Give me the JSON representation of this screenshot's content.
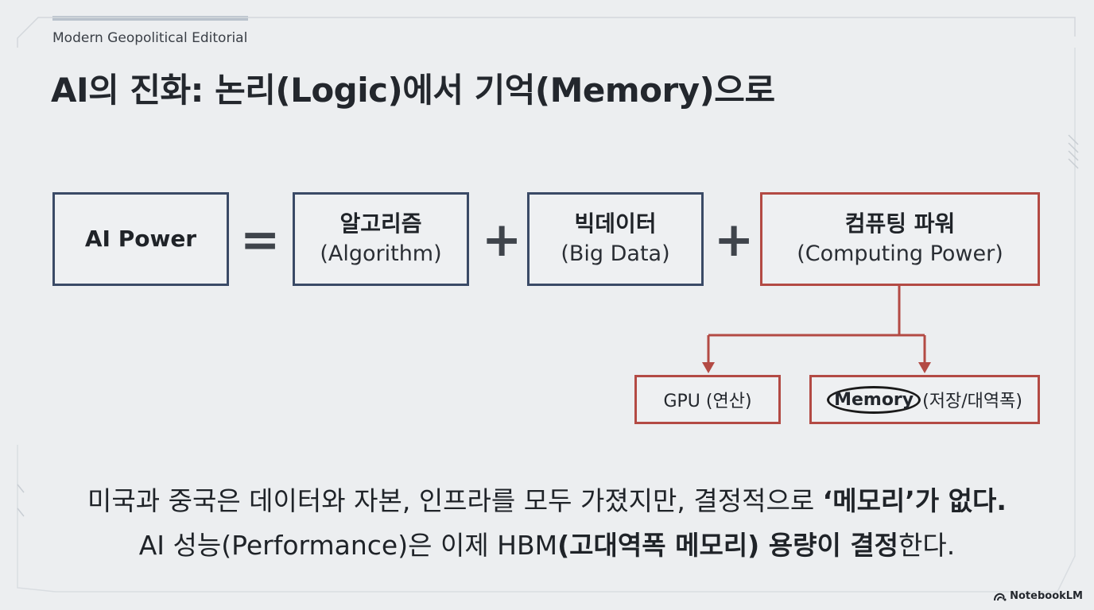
{
  "kicker": "Modern Geopolitical Editorial",
  "title": "AI의 진화: 논리(Logic)에서 기억(Memory)으로",
  "equation": {
    "lhs": "AI Power",
    "equals": "=",
    "plus": "+",
    "terms": [
      {
        "main": "알고리즘",
        "sub": "(Algorithm)"
      },
      {
        "main": "빅데이터",
        "sub": "(Big Data)"
      },
      {
        "main": "컴퓨팅 파워",
        "sub": "(Computing Power)"
      }
    ]
  },
  "branches": {
    "gpu": "GPU (연산)",
    "memory_word": "Memory",
    "memory_rest": "(저장/대역폭)"
  },
  "caption": {
    "line1_a": "미국과 중국은 데이터와 자본, 인프라를 모두 가졌지만, 결정적으로 ",
    "line1_b": "‘메모리’가 없다.",
    "line2_a": "AI 성능(Performance)은 이제 HBM",
    "line2_b": "(고대역폭 메모리) 용량이 결정",
    "line2_c": "한다."
  },
  "brand": "NotebookLM",
  "colors": {
    "navy": "#3a4a66",
    "red": "#b34a44",
    "background": "#eceef0"
  }
}
